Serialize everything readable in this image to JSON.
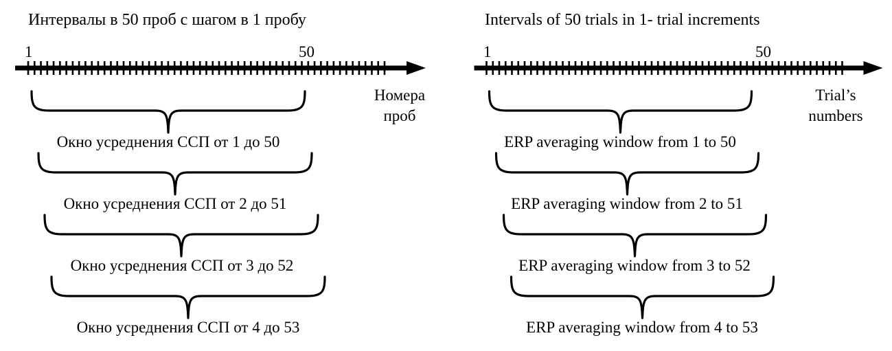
{
  "figure": {
    "background_color": "#ffffff",
    "line_color": "#000000"
  },
  "panels": [
    {
      "id": "left",
      "language": "ru",
      "title": "Интервалы в 50 проб с шагом в 1 пробу",
      "axis": {
        "start_label": "1",
        "end_label": "50",
        "caption_line1": "Номера",
        "caption_line2": "проб",
        "tick_count": 57,
        "arrow": "right"
      },
      "windows": [
        {
          "label": "Окно усреднения ССП от 1 до 50",
          "from": 1,
          "to": 50
        },
        {
          "label": "Окно усреднения ССП от 2 до 51",
          "from": 2,
          "to": 51
        },
        {
          "label": "Окно усреднения ССП от 3 до 52",
          "from": 3,
          "to": 52
        },
        {
          "label": "Окно усреднения ССП от 4 до 53",
          "from": 4,
          "to": 53
        }
      ]
    },
    {
      "id": "right",
      "language": "en",
      "title": "Intervals of 50 trials in 1- trial increments",
      "axis": {
        "start_label": "1",
        "end_label": "50",
        "caption_line1": "Trial’s",
        "caption_line2": "numbers",
        "tick_count": 57,
        "arrow": "right"
      },
      "windows": [
        {
          "label": "ERP averaging window from 1 to 50",
          "from": 1,
          "to": 50
        },
        {
          "label": "ERP averaging window from 2 to 51",
          "from": 2,
          "to": 51
        },
        {
          "label": "ERP averaging window from 3 to 52",
          "from": 3,
          "to": 52
        },
        {
          "label": "ERP averaging window from 4 to 53",
          "from": 4,
          "to": 53
        }
      ]
    }
  ]
}
